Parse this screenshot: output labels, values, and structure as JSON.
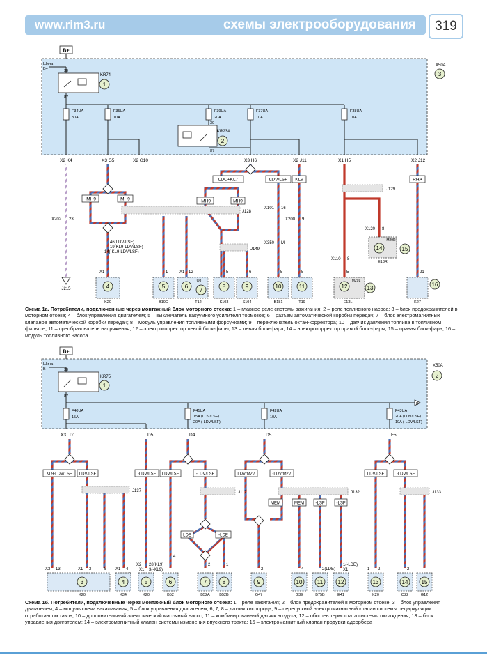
{
  "header": {
    "site": "www.rim3.ru",
    "title": "схемы электрооборудования",
    "page": "319"
  },
  "d1": {
    "bplus": "B+",
    "shina": "Шина",
    "shina_b": "B+",
    "box": "X50A",
    "box_num": "3",
    "relay1": {
      "name": "KR74",
      "num": "1",
      "pin_top": "30",
      "pin_bot": "87"
    },
    "relay2": {
      "name": "KR23A",
      "num": "2",
      "pin_top": "30",
      "pin_bot": "87"
    },
    "fuses": [
      {
        "name": "F34UA",
        "rating": "30A"
      },
      {
        "name": "F35UA",
        "rating": "10A"
      },
      {
        "name": "F39UA",
        "rating": "20A"
      },
      {
        "name": "F37UA",
        "rating": "10A"
      },
      {
        "name": "F38UA",
        "rating": "10A"
      }
    ],
    "connectors": [
      "X2 K4",
      "X3 G5",
      "X2 G10",
      "X3 H6",
      "X2 J11",
      "X1 H5",
      "X2 J12"
    ],
    "ground": "J215",
    "wire_labels": [
      "X202",
      "23",
      "X101",
      "16",
      "X200",
      "9",
      "X350",
      "M",
      "X120",
      "8",
      "X110",
      "8",
      "LDC+KL7",
      "LDV/LSF",
      "KL9",
      "RHA",
      "-MH9",
      "MH9",
      "-MH9",
      "MH9",
      "J128",
      "J149",
      "J129",
      "46(LDV/LSF)",
      "19(KL9-LDV/LSF)",
      "14(-KL9-LDV/LSF)",
      "X1",
      "1",
      "X1",
      "12",
      "5",
      "6",
      "5",
      "5",
      "5",
      "21"
    ],
    "components": [
      {
        "num": "4",
        "code": "K20"
      },
      {
        "num": "5",
        "code": "B19C"
      },
      {
        "num": "6",
        "sub": "Q8",
        "num2": "7",
        "code": "T12"
      },
      {
        "num": "8",
        "code": "K103"
      },
      {
        "num": "9",
        "code": "S104"
      },
      {
        "num": "10",
        "code": "B181"
      },
      {
        "num": "11",
        "code": "T19"
      },
      {
        "num": "12",
        "sub": "M29L",
        "num2": "13",
        "code": "E13L"
      },
      {
        "num": "14",
        "sub": "M29R",
        "num2": "15",
        "code": "E13R"
      },
      {
        "num": "16",
        "code": "K27"
      }
    ]
  },
  "caption1_title": "Схема 1а. Потребители, подключенные через монтажный блок моторного отсека:",
  "caption1_text": "1 – главное реле системы зажигания; 2 – реле топливного насоса; 3 – блок предохранителей в моторном отсеке; 4 – блок управления двигателем; 5 – выключатель вакуумного усилителя тормозов; 6 – разъем автоматической коробки передач; 7 – блок электромагнитных клапанов автоматической коробки передач; 8 – модуль управления топливными форсунками; 9 – переключатель октан-корректора; 10 – датчик давления топлива в топливном фильтре; 11 – преобразователь напряжения; 12 – электрокорректор левой блок-фары; 13 – левая блок-фара; 14 – электрокорректор правой блок-фары; 15 – правая блок-фара; 16 – модуль топливного насоса",
  "d2": {
    "bplus": "B+",
    "shina": "Шина",
    "shina_b": "B+",
    "box": "X50A",
    "box_num": "2",
    "relay1": {
      "name": "KR75",
      "num": "1",
      "pin_top": "30",
      "pin_bot": "87"
    },
    "fuses": [
      {
        "name": "F40UA",
        "rating": "15A"
      },
      {
        "name": "F41UA",
        "rating": "15A (LDV/LSF)",
        "rating2": "20A (-LDV/LSF)"
      },
      {
        "name": "F42UA",
        "rating": "10A"
      },
      {
        "name": "F43UA",
        "rating": "20A (LDV/LSF)",
        "rating2": "10A (-LDV/LSF)"
      }
    ],
    "arrow_label": "D",
    "connectors": [
      "X3",
      "D1",
      "D5",
      "D4",
      "D5",
      "F5"
    ],
    "wire_labels": [
      "KL9-LDV/LSF",
      "LDV/LSF",
      "-LDV/LSF",
      "LDV/LSF",
      "-LDV/LSF",
      "LDV/MZ7",
      "-LDV/MZ7",
      "LDV/LSF",
      "-LDV/LSF",
      "J137",
      "J117",
      "J132",
      "J133",
      "MEM",
      "MEM",
      "-LSF",
      "-LSF",
      "LDE",
      "-LDE",
      "X3",
      "13",
      "X1",
      "3",
      "5",
      "X1",
      "4",
      "2",
      "X2",
      "28(KL9)",
      "X1",
      "3(-KL9)",
      "4",
      "1",
      "2",
      "2",
      "4",
      "2(LDE)",
      "1(-LDE)",
      "X1",
      "1",
      "2",
      "2"
    ],
    "components": [
      {
        "num": "3",
        "code": "K20"
      },
      {
        "num": "4",
        "code": "K34"
      },
      {
        "num": "5",
        "code": "K20"
      },
      {
        "num": "6",
        "code": "B52"
      },
      {
        "num": "7",
        "code": "B52A"
      },
      {
        "num": "8",
        "code": "B52B"
      },
      {
        "num": "9",
        "code": "G47"
      },
      {
        "num": "10",
        "code": "G39"
      },
      {
        "num": "11",
        "code": "B75B"
      },
      {
        "num": "12",
        "code": "E41"
      },
      {
        "num": "13",
        "code": "K20"
      },
      {
        "num": "14",
        "code": "Q22"
      },
      {
        "num": "15",
        "code": "G12"
      }
    ]
  },
  "caption2_title": "Схема 1б. Потребители, подключенные через монтажный блок моторного отсека:",
  "caption2_text": "1 – реле зажигания; 2 – блок предохранителей в моторном отсеке; 3 – блок управления двигателем; 4 – модуль свечи накаливания; 5 – блок управления двигателем; 6, 7, 8 – датчик кислорода; 9 – перепускной электромагнитный клапан системы рециркуляции отработавших газов; 10 – дополнительный электрический масляный насос; 11 – комбинированный датчик воздуха; 12 – обогрев термостата системы охлаждения; 13 – блок управления двигателем; 14 – электромагнитный клапан системы изменения впускного тракта; 15 – электромагнитный клапан продувки адсорбера",
  "colors": {
    "header": "#a6cbe9",
    "box": "#cfe5f6",
    "component": "#dbe9f6",
    "wire_red": "#c0392b",
    "wire_blue": "#4a6fb5",
    "wire_violet": "#8e5ba8"
  }
}
